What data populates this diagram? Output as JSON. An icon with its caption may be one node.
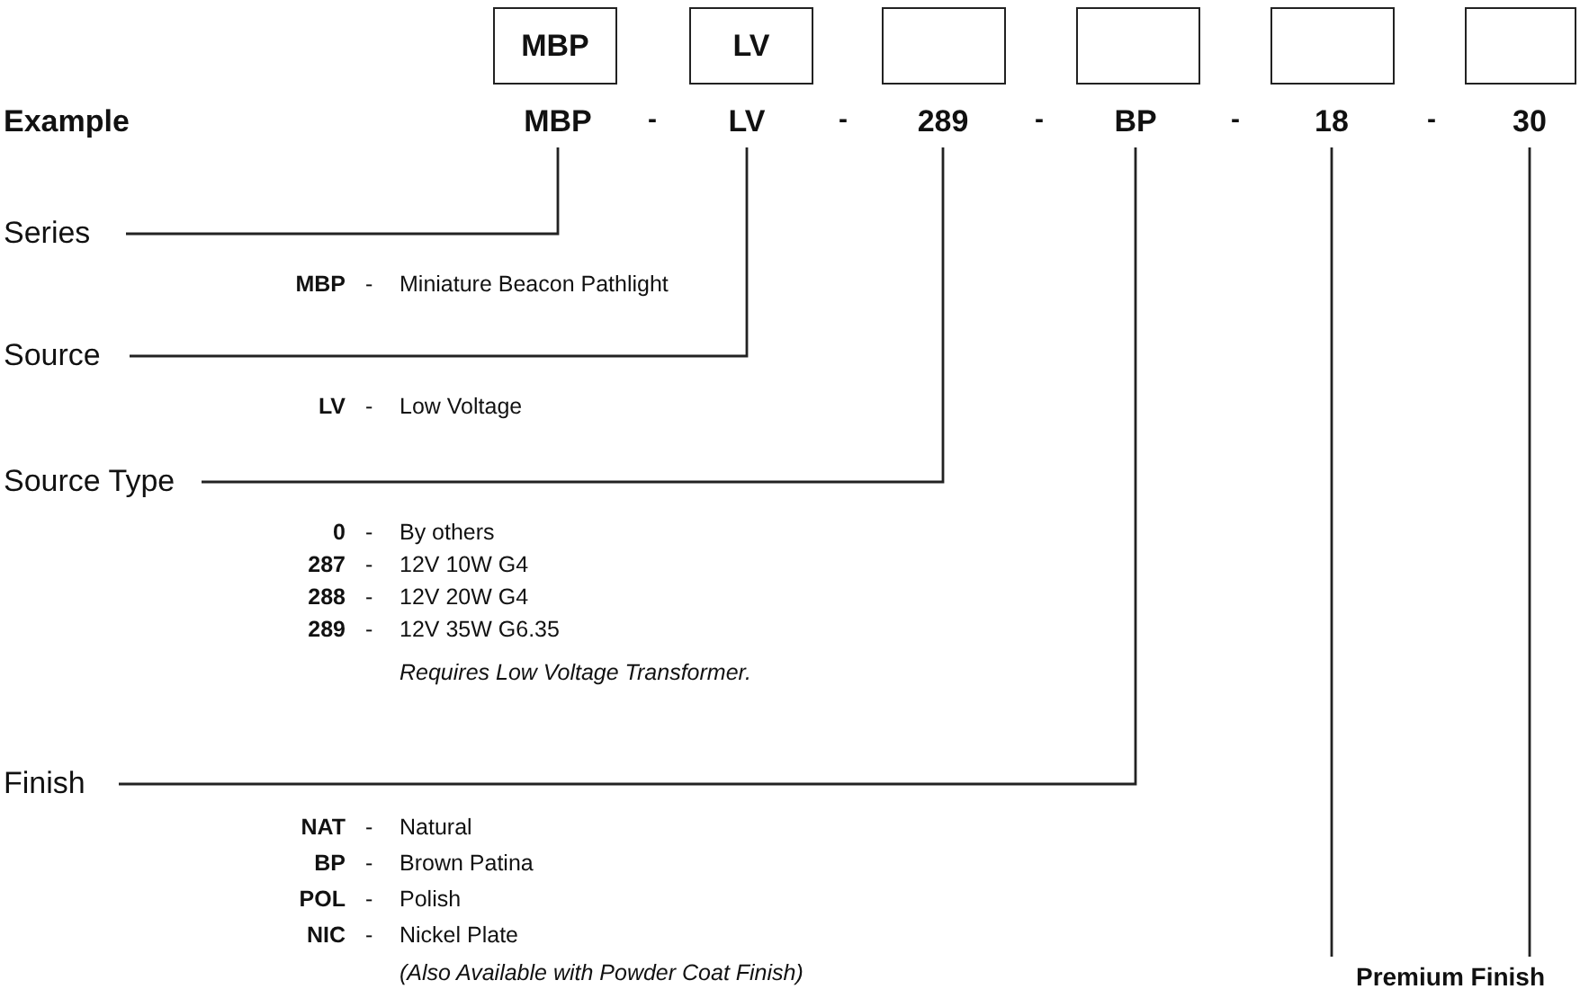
{
  "diagram": {
    "nodes": [
      {
        "text": [
          "MBP"
        ]
      },
      {
        "text": [
          "LV"
        ]
      },
      {
        "text": [],
        "shape": "box"
      },
      {
        "text": [],
        "shape": "box"
      },
      {
        "text": [],
        "shape": "box"
      },
      {
        "text": [],
        "shape": "box"
      },
      {
        "text": [
          "MBP"
        ]
      },
      {
        "text": [
          "LV"
        ]
      },
      {
        "text": [
          "289"
        ]
      },
      {
        "text": [
          "BP"
        ]
      },
      {
        "text": [
          "18"
        ]
      },
      {
        "text": [
          "30"
        ]
      },
      {
        "text": [
          "Series"
        ]
      },
      {
        "text": [
          "Source"
        ]
      },
      {
        "text": [
          "Source Type"
        ]
      },
      {
        "text": [
          "Finish"
        ]
      },
      {
        "text": [
          "Premium Finish"
        ]
      }
    ],
    "edges": [
      {
        "from": 6,
        "to": 12,
        "arrow": "none"
      },
      {
        "from": 7,
        "to": 13,
        "arrow": "none"
      },
      {
        "from": 8,
        "to": 14,
        "arrow": "none"
      },
      {
        "from": 9,
        "to": 15,
        "arrow": "none"
      },
      {
        "from": 10,
        "to": 16,
        "arrow": "none"
      },
      {
        "from": 11,
        "to": 16,
        "arrow": "none"
      }
    ],
    "labels": [
      "Example",
      "-",
      "-",
      "-",
      "-",
      "-",
      "MBP",
      "-",
      "Miniature Beacon Pathlight",
      "LV",
      "-",
      "Low Voltage",
      "0",
      "-",
      "By others",
      "287",
      "-",
      "12V 10W G4",
      "288",
      "-",
      "12V 20W G4",
      "289",
      "-",
      "12V 35W G6.35",
      "Requires Low Voltage Transformer.",
      "NAT",
      "-",
      "Natural",
      "BP",
      "-",
      "Brown Patina",
      "POL",
      "-",
      "Polish",
      "NIC",
      "-",
      "Nickel Plate",
      "(Also Available with Powder Coat Finish)"
    ]
  }
}
